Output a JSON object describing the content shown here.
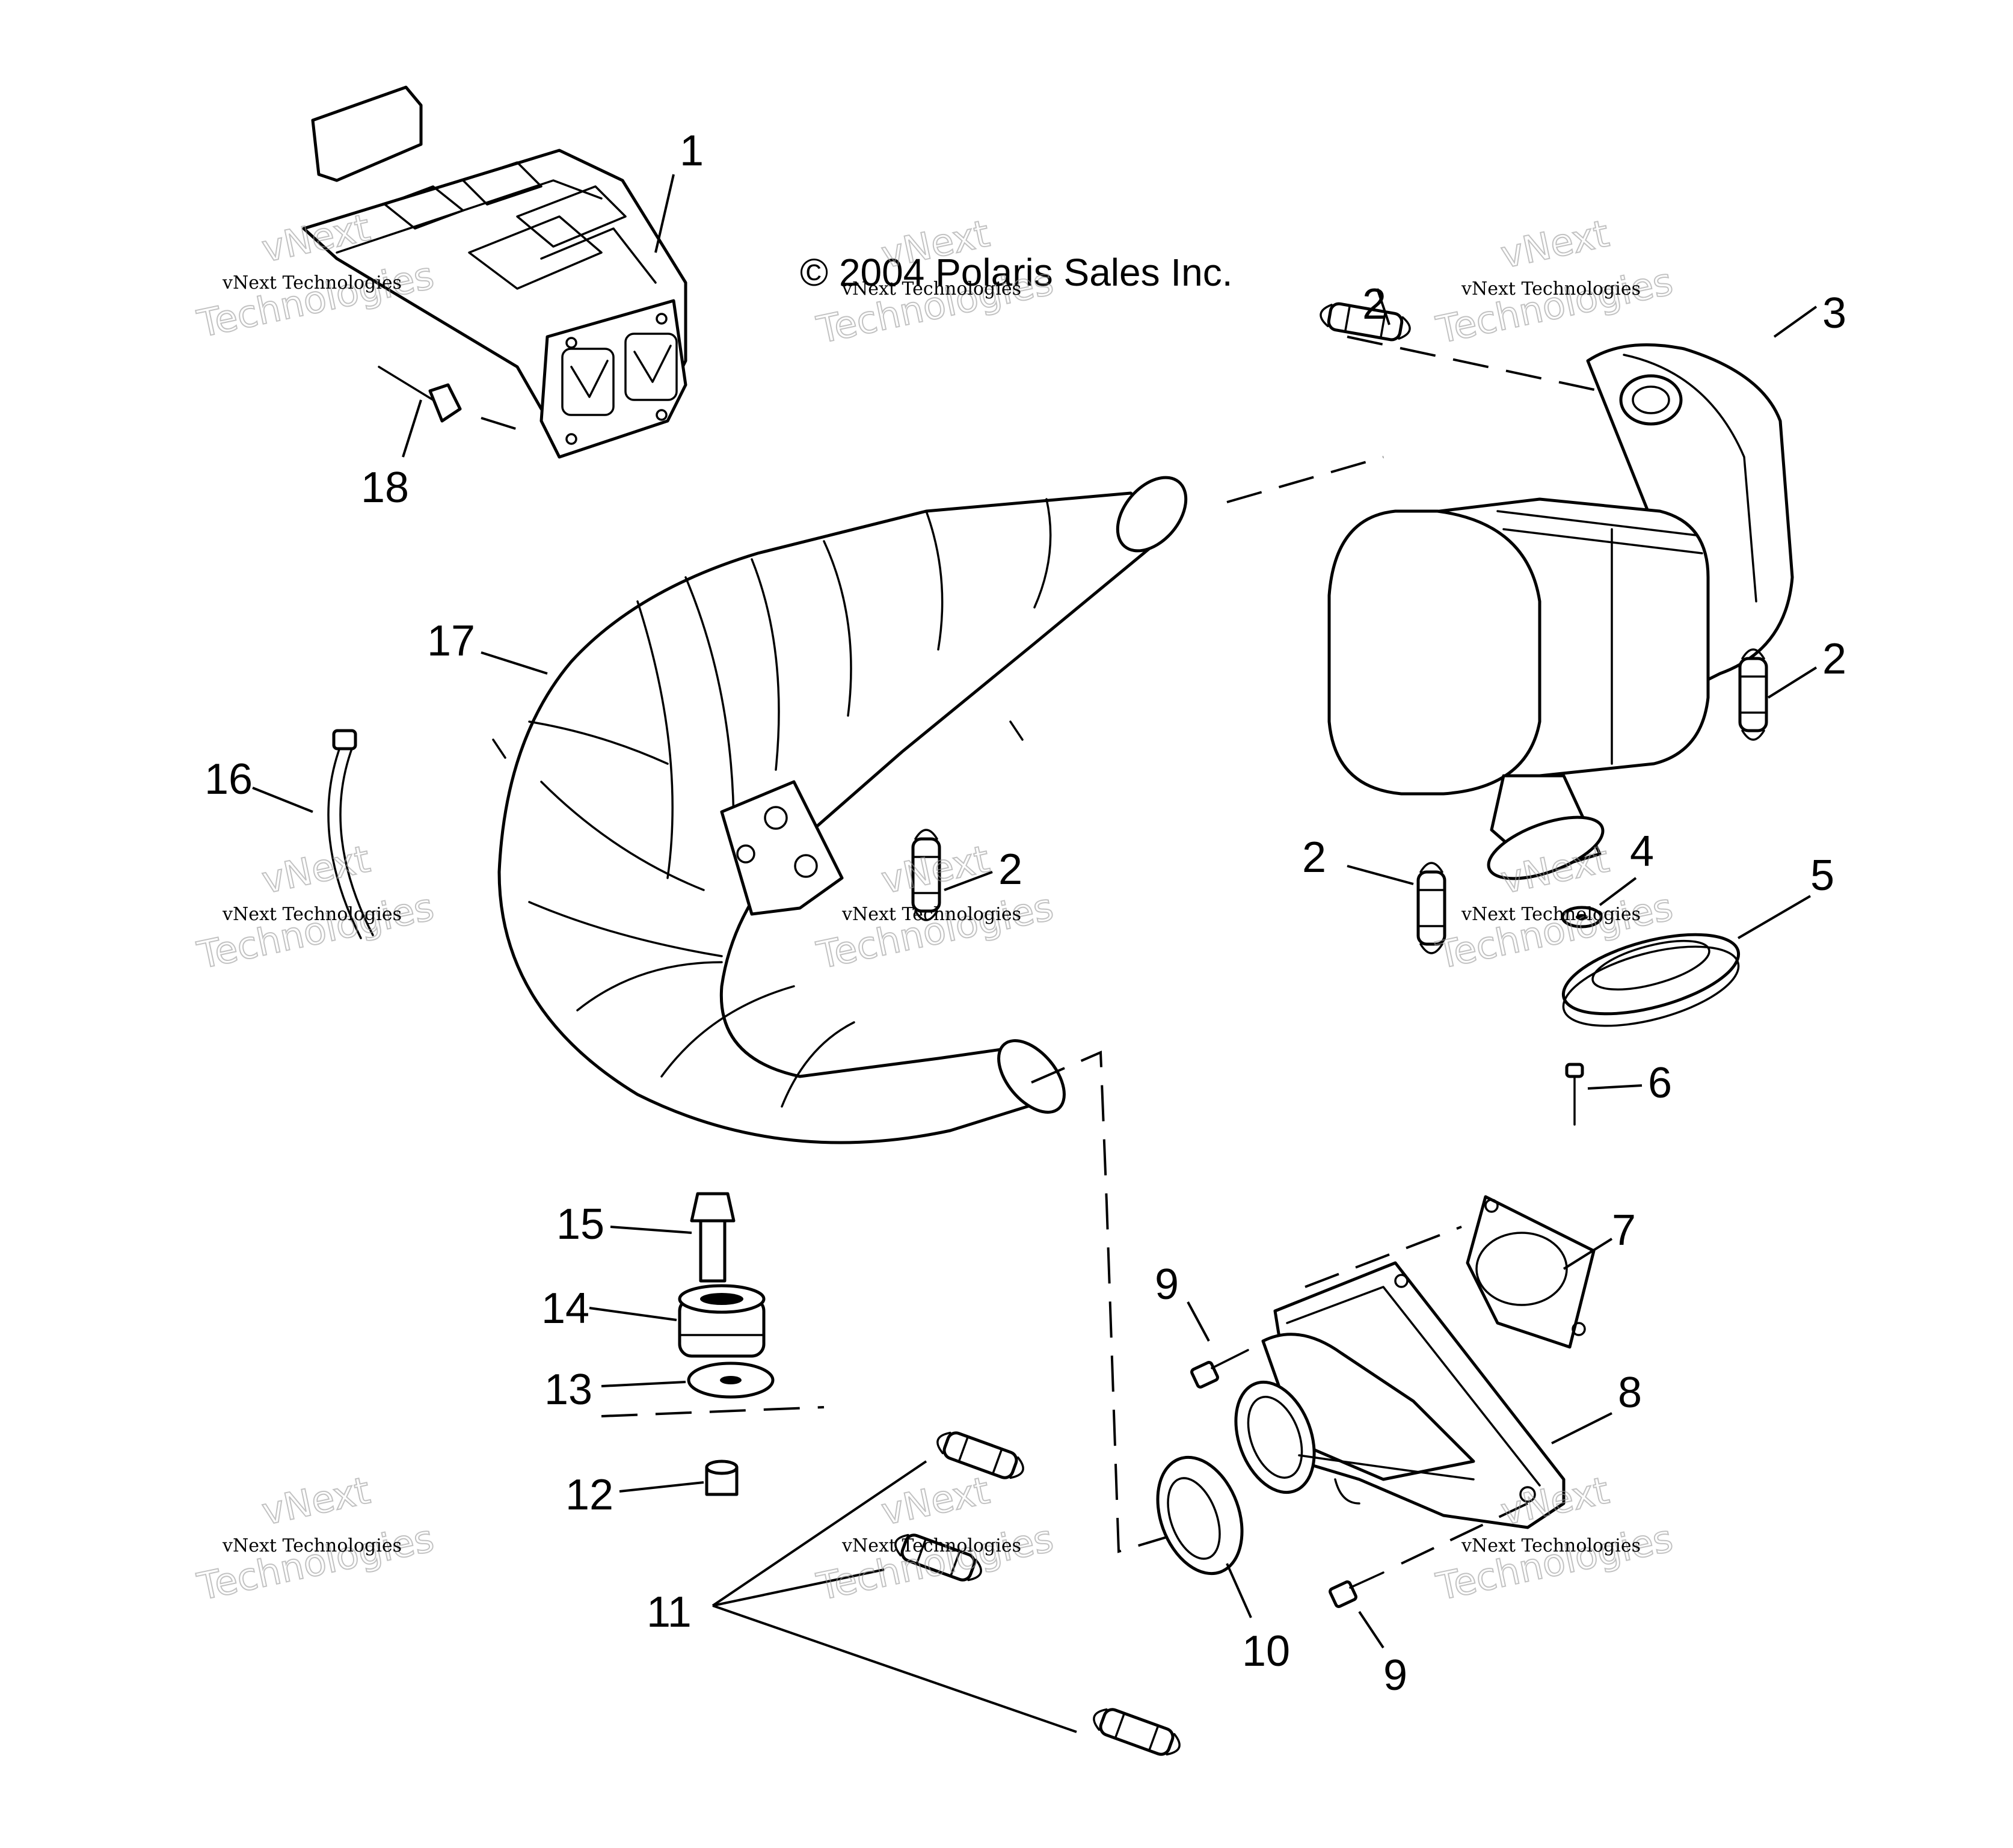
{
  "copyright": "© 2004 Polaris Sales Inc.",
  "watermark": {
    "line1": "vNext",
    "line2": "vNext Technologies",
    "line3": "Technologies"
  },
  "callouts": {
    "c1": "1",
    "c2a": "2",
    "c2b": "2",
    "c2c": "2",
    "c2d": "2",
    "c3": "3",
    "c4": "4",
    "c5": "5",
    "c6": "6",
    "c7": "7",
    "c8": "8",
    "c9a": "9",
    "c9b": "9",
    "c10": "10",
    "c11": "11",
    "c12": "12",
    "c13": "13",
    "c14": "14",
    "c15": "15",
    "c16": "16",
    "c17": "17",
    "c18": "18"
  }
}
